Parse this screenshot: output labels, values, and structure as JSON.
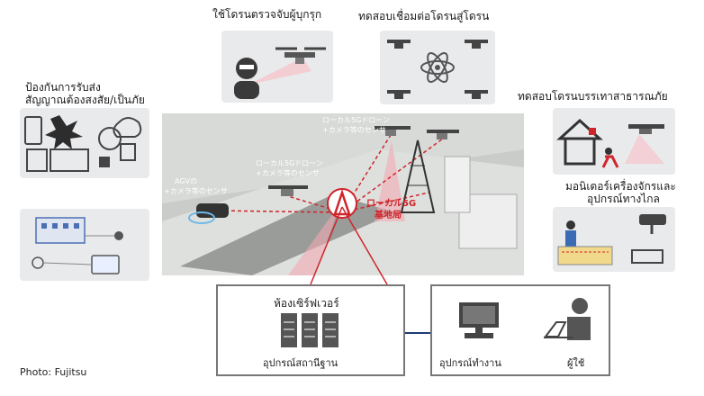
{
  "labels": {
    "top_left": "ใช้โดรนตรวจจับผู้บุกรุก",
    "top_right": "ทดสอบเชื่อมต่อโดรนสู่โดรน",
    "left_top_line1": "ป้องกันการรับส่ง",
    "left_top_line2": "สัญญาณต้องสงสัย/เป็นภัย",
    "right_top": "ทดสอบโดรนบรรเทาสาธารณภัย",
    "right_mid_line1": "มอนิเตอร์เครื่องจักรและ",
    "right_mid_line2": "อุปกรณ์ทางไกล",
    "photo_credit": "Photo: Fujitsu"
  },
  "scene": {
    "agv_line1": "AGVの",
    "agv_line2": "+カメラ等のセンサ",
    "drone1_line1": "ローカル5Gドローン",
    "drone1_line2": "+カメラ等のセンサ",
    "drone2_line1": "ローカル5Gドローン",
    "drone2_line2": "+カメラ等のセンサ",
    "station_line1": "ローカル5G",
    "station_line2": "基地局"
  },
  "server_panel": {
    "title": "ห้องเซิร์ฟเวอร์",
    "caption": "อุปกรณ์สถานีฐาน"
  },
  "user_panel": {
    "workstation_caption": "อุปกรณ์ทำงาน",
    "user_caption": "ผู้ใช้"
  },
  "colors": {
    "accent_red": "#d0242b",
    "panel_border": "#777777",
    "box_fill": "#e9eaec",
    "link_blue": "#1f3a78"
  }
}
